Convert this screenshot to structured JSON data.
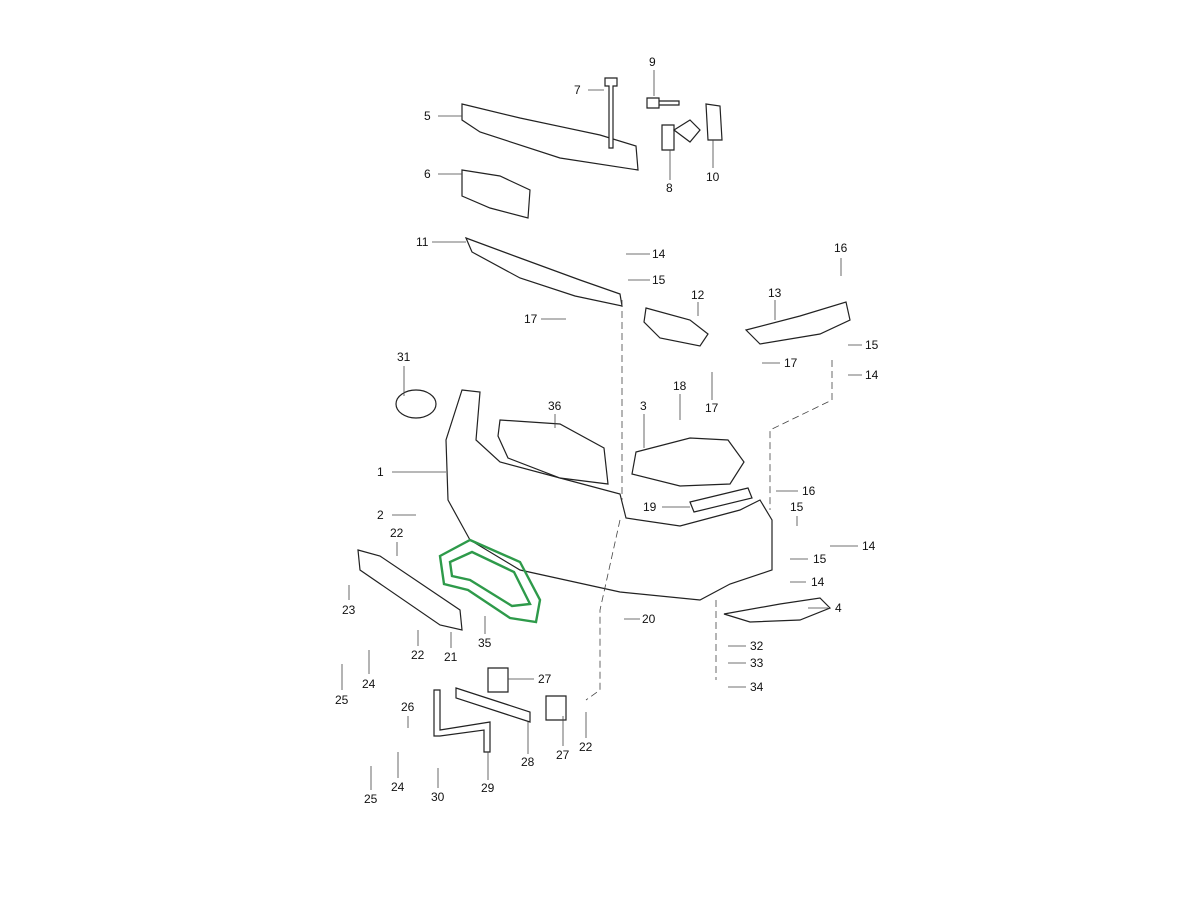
{
  "callouts": [
    "7",
    "9",
    "5",
    "10",
    "8",
    "6",
    "11",
    "14",
    "16",
    "15",
    "12",
    "13",
    "17",
    "15",
    "17",
    "14",
    "31",
    "18",
    "17",
    "36",
    "3",
    "1",
    "16",
    "19",
    "15",
    "2",
    "14",
    "22",
    "15",
    "14",
    "23",
    "4",
    "20",
    "35",
    "21",
    "22",
    "32",
    "33",
    "27",
    "24",
    "25",
    "34",
    "26",
    "22",
    "27",
    "28",
    "29",
    "24",
    "25",
    "30"
  ],
  "highlighted_part": "35",
  "highlight_color": "#2e9a4a"
}
